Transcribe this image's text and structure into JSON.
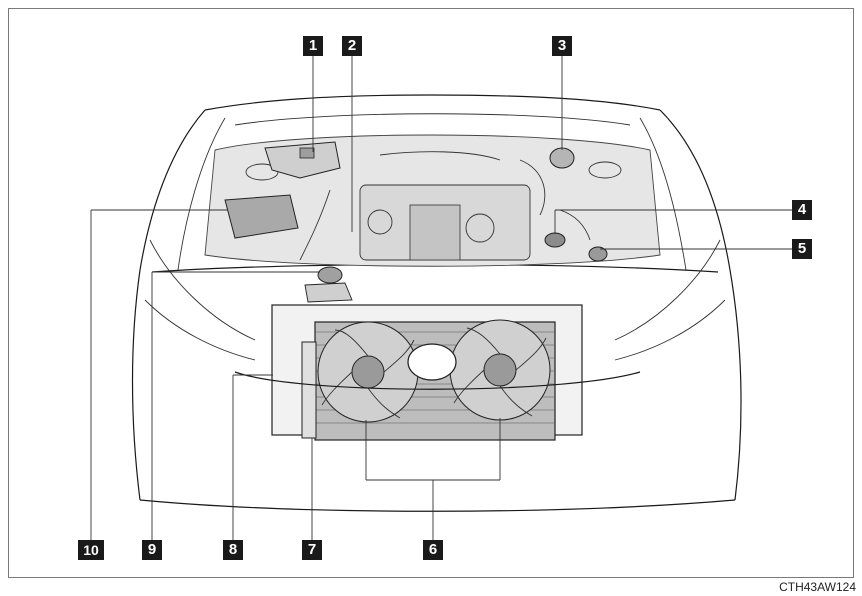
{
  "callouts": [
    {
      "id": "c1",
      "label": "1"
    },
    {
      "id": "c2",
      "label": "2"
    },
    {
      "id": "c3",
      "label": "3"
    },
    {
      "id": "c4",
      "label": "4"
    },
    {
      "id": "c5",
      "label": "5"
    },
    {
      "id": "c6",
      "label": "6"
    },
    {
      "id": "c7",
      "label": "7"
    },
    {
      "id": "c8",
      "label": "8"
    },
    {
      "id": "c9",
      "label": "9"
    },
    {
      "id": "c10",
      "label": "10"
    }
  ],
  "figure_code": "CTH43AW124",
  "colors": {
    "ink": "#1a1a1a",
    "frame": "#7a7a7a",
    "engine_fill": "#e6e6e6",
    "radiator_fill": "#bdbdbd"
  }
}
